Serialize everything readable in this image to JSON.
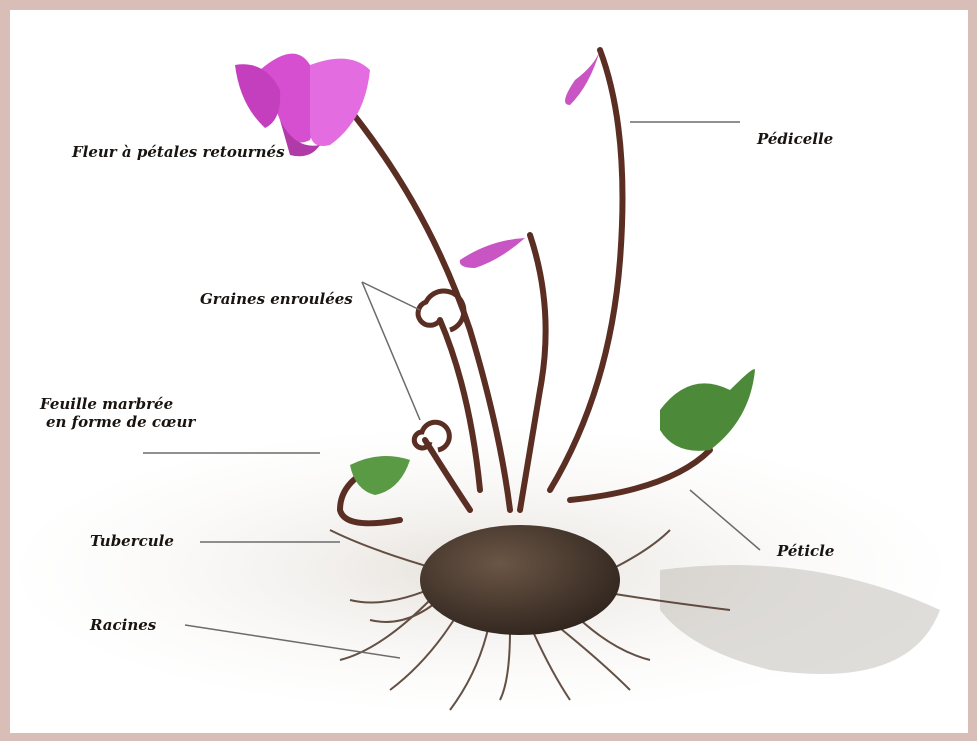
{
  "labels": {
    "flower": "Fleur à pétales retournés",
    "pedicel": "Pédicelle",
    "seeds": "Graines enroulées",
    "leaf_line1": "Feuille marbrée",
    "leaf_line2": "en forme de cœur",
    "tuber": "Tubercule",
    "roots": "Racines",
    "petiole": "Péticle"
  },
  "colors": {
    "background_border": "#d9bdb7",
    "petal": "#d64fd0",
    "stem": "#5a2e22",
    "leaf": "#4c8a3a",
    "tuber": "#4a3a30",
    "ground": "#e8e4df"
  }
}
